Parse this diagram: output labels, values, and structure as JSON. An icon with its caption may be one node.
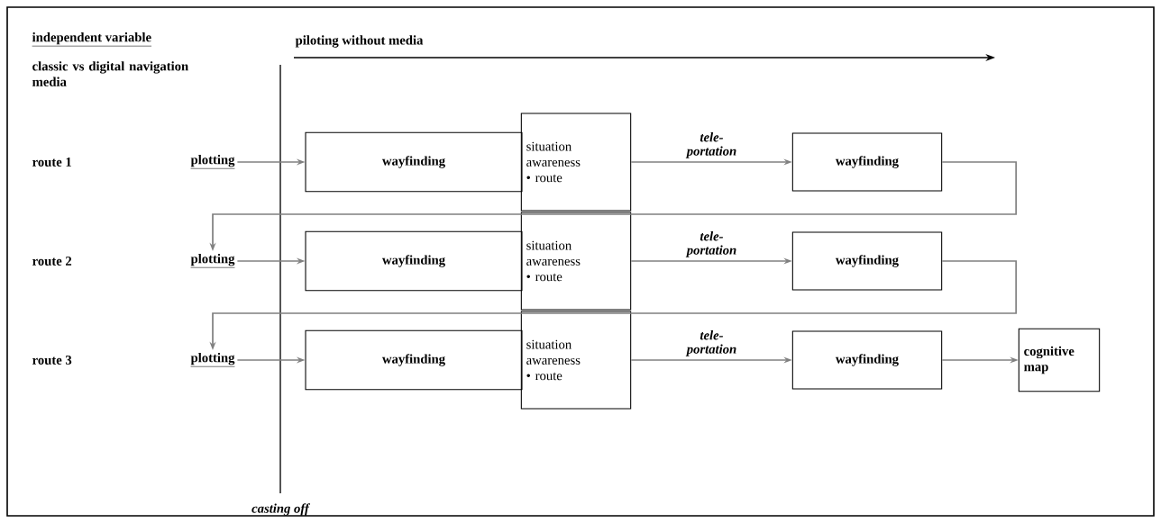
{
  "diagram": {
    "nodes": [
      {
        "text": [
          "plotting"
        ]
      },
      {
        "text": [
          "wayfinding"
        ]
      },
      {
        "text": [
          "situation awareness",
          "• route"
        ]
      },
      {
        "text": [
          "wayfinding"
        ]
      },
      {
        "text": [
          "plotting"
        ]
      },
      {
        "text": [
          "wayfinding"
        ]
      },
      {
        "text": [
          "situation awareness",
          "• route"
        ]
      },
      {
        "text": [
          "wayfinding"
        ]
      },
      {
        "text": [
          "plotting"
        ]
      },
      {
        "text": [
          "wayfinding"
        ]
      },
      {
        "text": [
          "situation awareness",
          "• route"
        ]
      },
      {
        "text": [
          "wayfinding"
        ]
      },
      {
        "text": [
          "cognitive map"
        ]
      }
    ],
    "edges": [
      {
        "from": 0,
        "to": 1,
        "arrow": "to"
      },
      {
        "from": 2,
        "to": 3,
        "arrow": "to",
        "label": "tele- portation"
      },
      {
        "from": 3,
        "to": 4,
        "arrow": "to"
      },
      {
        "from": 4,
        "to": 5,
        "arrow": "to"
      },
      {
        "from": 6,
        "to": 7,
        "arrow": "to",
        "label": "tele- portation"
      },
      {
        "from": 7,
        "to": 8,
        "arrow": "to"
      },
      {
        "from": 8,
        "to": 9,
        "arrow": "to"
      },
      {
        "from": 10,
        "to": 11,
        "arrow": "to",
        "label": "tele- portation"
      },
      {
        "from": 11,
        "to": 12,
        "arrow": "to"
      }
    ],
    "labels": [
      "independent variable",
      "piloting without media",
      "classic vs digital navigation media",
      "route 1",
      "route 2",
      "route 3",
      "casting off"
    ]
  }
}
